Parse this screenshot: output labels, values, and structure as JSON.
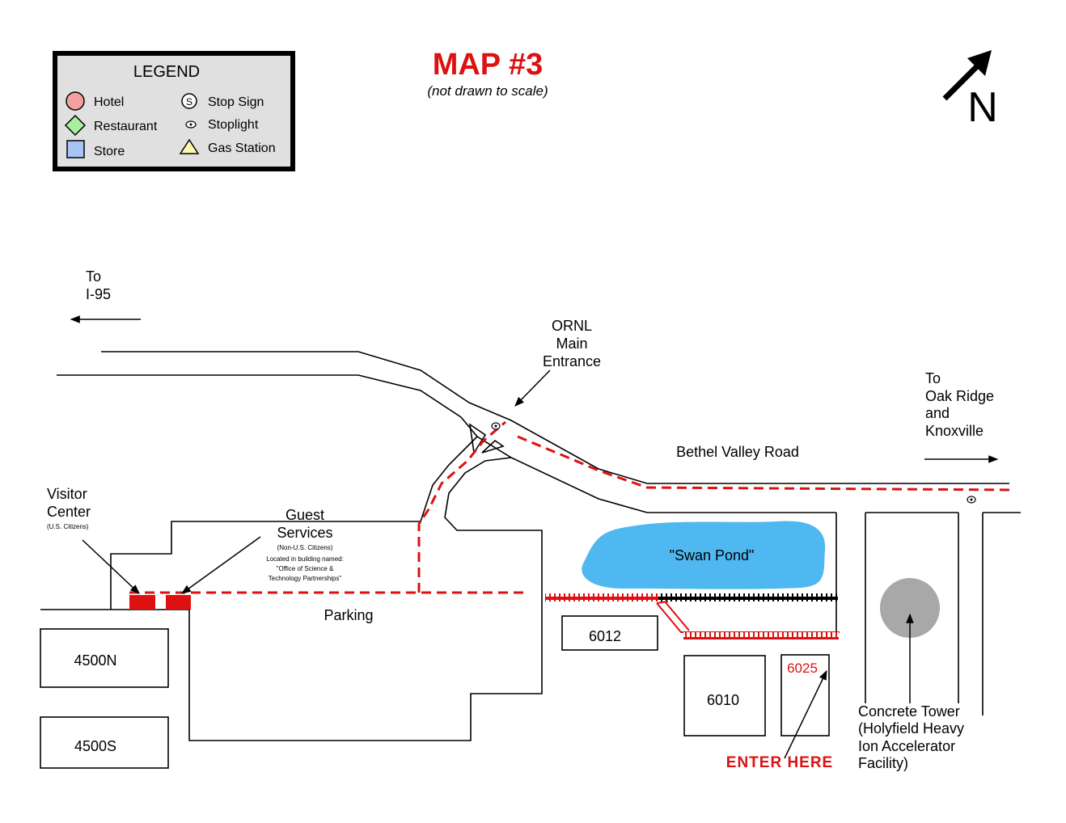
{
  "title": "MAP #3",
  "subtitle": "(not drawn to scale)",
  "legend": {
    "heading": "LEGEND",
    "items": [
      {
        "label": "Hotel",
        "symbol": "circle",
        "color": "#f4a0a0"
      },
      {
        "label": "Restaurant",
        "symbol": "diamond",
        "color": "#a8f0a0"
      },
      {
        "label": "Store",
        "symbol": "square",
        "color": "#a8c4f4"
      },
      {
        "label": "Stop Sign",
        "symbol": "stop-sign-icon"
      },
      {
        "label": "Stoplight",
        "symbol": "stoplight-icon"
      },
      {
        "label": "Gas Station",
        "symbol": "triangle",
        "color": "#fff8b0"
      }
    ]
  },
  "north_label": "N",
  "labels": {
    "to_i95": [
      "To",
      "I-95"
    ],
    "ornl": [
      "ORNL",
      "Main",
      "Entrance"
    ],
    "to_oak_ridge": [
      "To",
      "Oak Ridge",
      "and",
      "Knoxville"
    ],
    "bethel_valley_road": "Bethel Valley Road",
    "visitor_center": [
      "Visitor",
      "Center"
    ],
    "visitor_center_note": "(U.S. Citizens)",
    "guest_services": [
      "Guest",
      "Services"
    ],
    "guest_services_note": "(Non-U.S. Citizens)",
    "guest_services_located": [
      "Located in building named:",
      "\"Office of Science &",
      "Technology Partnerships\""
    ],
    "swan_pond": "\"Swan Pond\"",
    "parking": "Parking",
    "building_6012": "6012",
    "building_6010": "6010",
    "building_6025": "6025",
    "building_4500n": "4500N",
    "building_4500s": "4500S",
    "enter_here": "ENTER HERE",
    "concrete_tower": [
      "Concrete Tower",
      "(Holyfield Heavy",
      "Ion Accelerator",
      "Facility)"
    ]
  },
  "colors": {
    "route": "#dd1111",
    "pond": "#4fb8f0",
    "tower": "#a8a8a8",
    "legend_bg": "#e0e0e0"
  }
}
